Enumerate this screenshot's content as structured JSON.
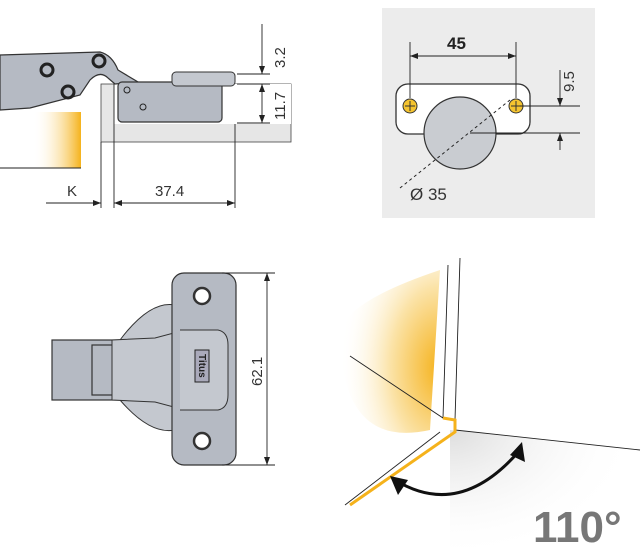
{
  "side_view": {
    "dim_top": "3.2",
    "dim_height": "11.7",
    "dim_k": "K",
    "dim_width": "37.4"
  },
  "drill_pattern": {
    "dim_spacing": "45",
    "dim_offset": "9.5",
    "dim_diameter": "Ø 35"
  },
  "top_view": {
    "dim_length": "62.1",
    "brand": "Titus"
  },
  "opening": {
    "angle": "110°"
  },
  "colors": {
    "accent": "#f5b21b",
    "panel": "#ececec",
    "metal": "#b5bac3",
    "angle_text": "#777777"
  }
}
